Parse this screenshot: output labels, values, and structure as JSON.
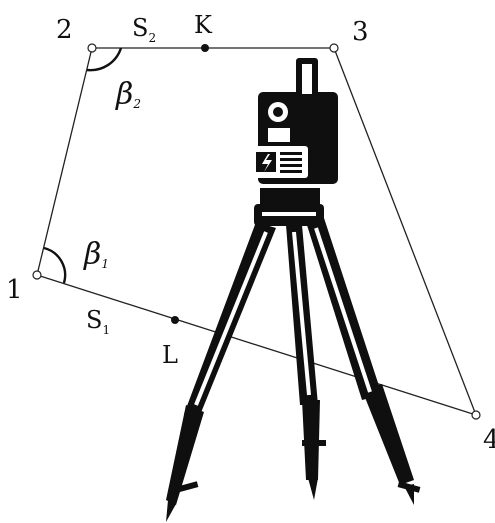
{
  "points": {
    "p1": "1",
    "p2": "2",
    "p3": "3",
    "p4": "4"
  },
  "sides": {
    "s1": {
      "letter": "S",
      "sub": "1"
    },
    "s2": {
      "letter": "S",
      "sub": "2"
    }
  },
  "angles": {
    "b1": {
      "letter": "β",
      "sub": "1"
    },
    "b2": {
      "letter": "β",
      "sub": "2"
    }
  },
  "marks": {
    "k": "K",
    "l": "L"
  },
  "colors": {
    "ink": "#111111",
    "background": "#ffffff"
  },
  "instrument": "total-station-on-tripod"
}
